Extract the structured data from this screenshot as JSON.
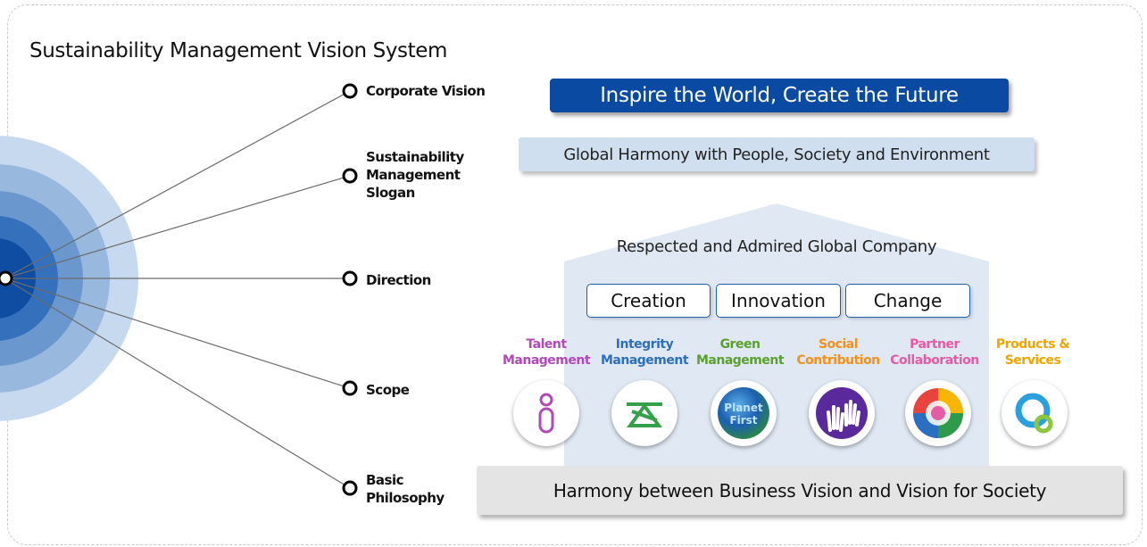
{
  "title": "Sustainability Management Vision System",
  "tiers": [
    {
      "label": "Corporate Vision"
    },
    {
      "label": "Sustainability Management Slogan"
    },
    {
      "label": "Direction"
    },
    {
      "label": "Scope"
    },
    {
      "label": "Basic Philosophy"
    }
  ],
  "corporate_vision": "Inspire the World, Create the Future",
  "slogan": "Global Harmony with People, Society and Environment",
  "direction": "Respected and Admired Global Company",
  "keywords": [
    "Creation",
    "Innovation",
    "Change"
  ],
  "scope": [
    {
      "label": "Talent Management",
      "color": "#b04ab8",
      "icon": "person-icon"
    },
    {
      "label": "Integrity Management",
      "color": "#2d6fb8",
      "icon": "balance-scale-icon"
    },
    {
      "label": "Green Management",
      "color": "#5aa02c",
      "icon": "planet-first-icon"
    },
    {
      "label": "Social Contribution",
      "color": "#f2911b",
      "icon": "raised-hands-icon"
    },
    {
      "label": "Partner Collaboration",
      "color": "#e45ba6",
      "icon": "colorful-circle-icon"
    },
    {
      "label": "Products & Services",
      "color": "#f2a400",
      "icon": "q-ring-icon"
    }
  ],
  "planet_first_text": "Planet First",
  "basic_philosophy": "Harmony between Business Vision and Vision for Society",
  "colors": {
    "vision_box": "#0a4aa3",
    "slogan_box": "#d0dff0",
    "arrow": "#dfe8f3",
    "philosophy_box": "#e4e4e4",
    "keyword_border": "#1e5fa8"
  }
}
